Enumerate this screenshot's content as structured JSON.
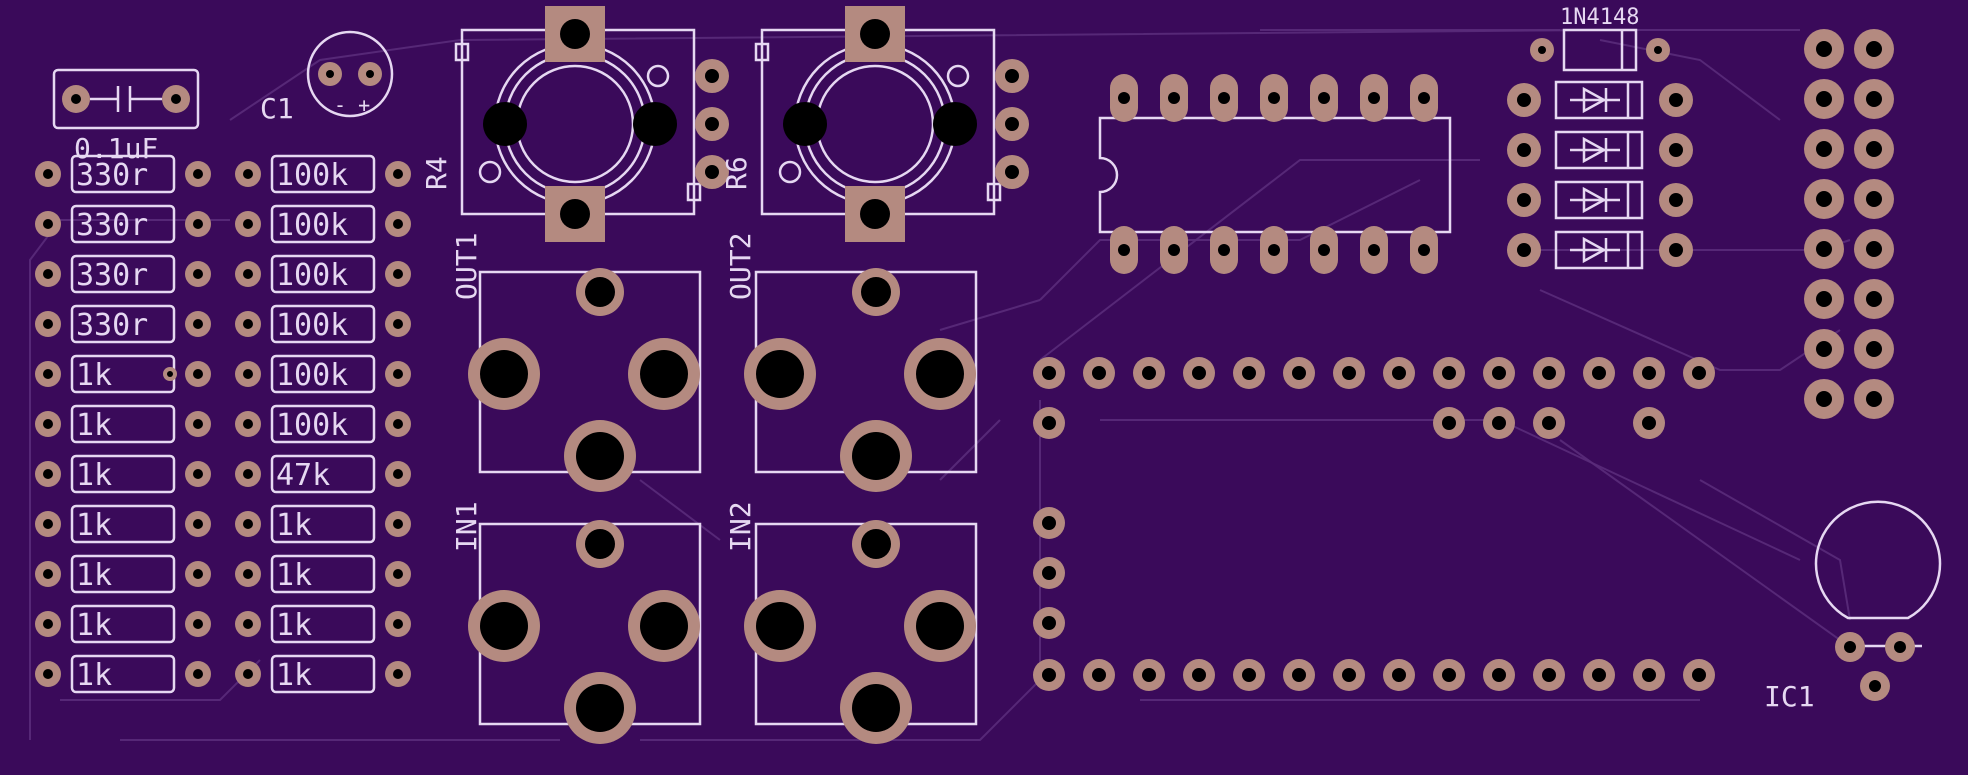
{
  "colors": {
    "board": "#3a0a5a",
    "silkscreen": "#e6d8f2",
    "copper_pad": "#b48a80",
    "drill": "#000000",
    "trace": "#5a2b7a"
  },
  "labels": {
    "c1": "C1",
    "cap_value": "0.1uF",
    "polarity": "- +",
    "r4": "R4",
    "r6": "R6",
    "out1": "OUT1",
    "out2": "OUT2",
    "in1": "IN1",
    "in2": "IN2",
    "diode_type": "1N4148",
    "ic1": "IC1"
  },
  "resistors_left": [
    "330r",
    "330r",
    "330r",
    "330r",
    "1k",
    "1k",
    "1k",
    "1k",
    "1k",
    "1k",
    "1k"
  ],
  "resistors_right": [
    "100k",
    "100k",
    "100k",
    "100k",
    "100k",
    "100k",
    "47k",
    "1k",
    "1k",
    "1k",
    "1k"
  ]
}
